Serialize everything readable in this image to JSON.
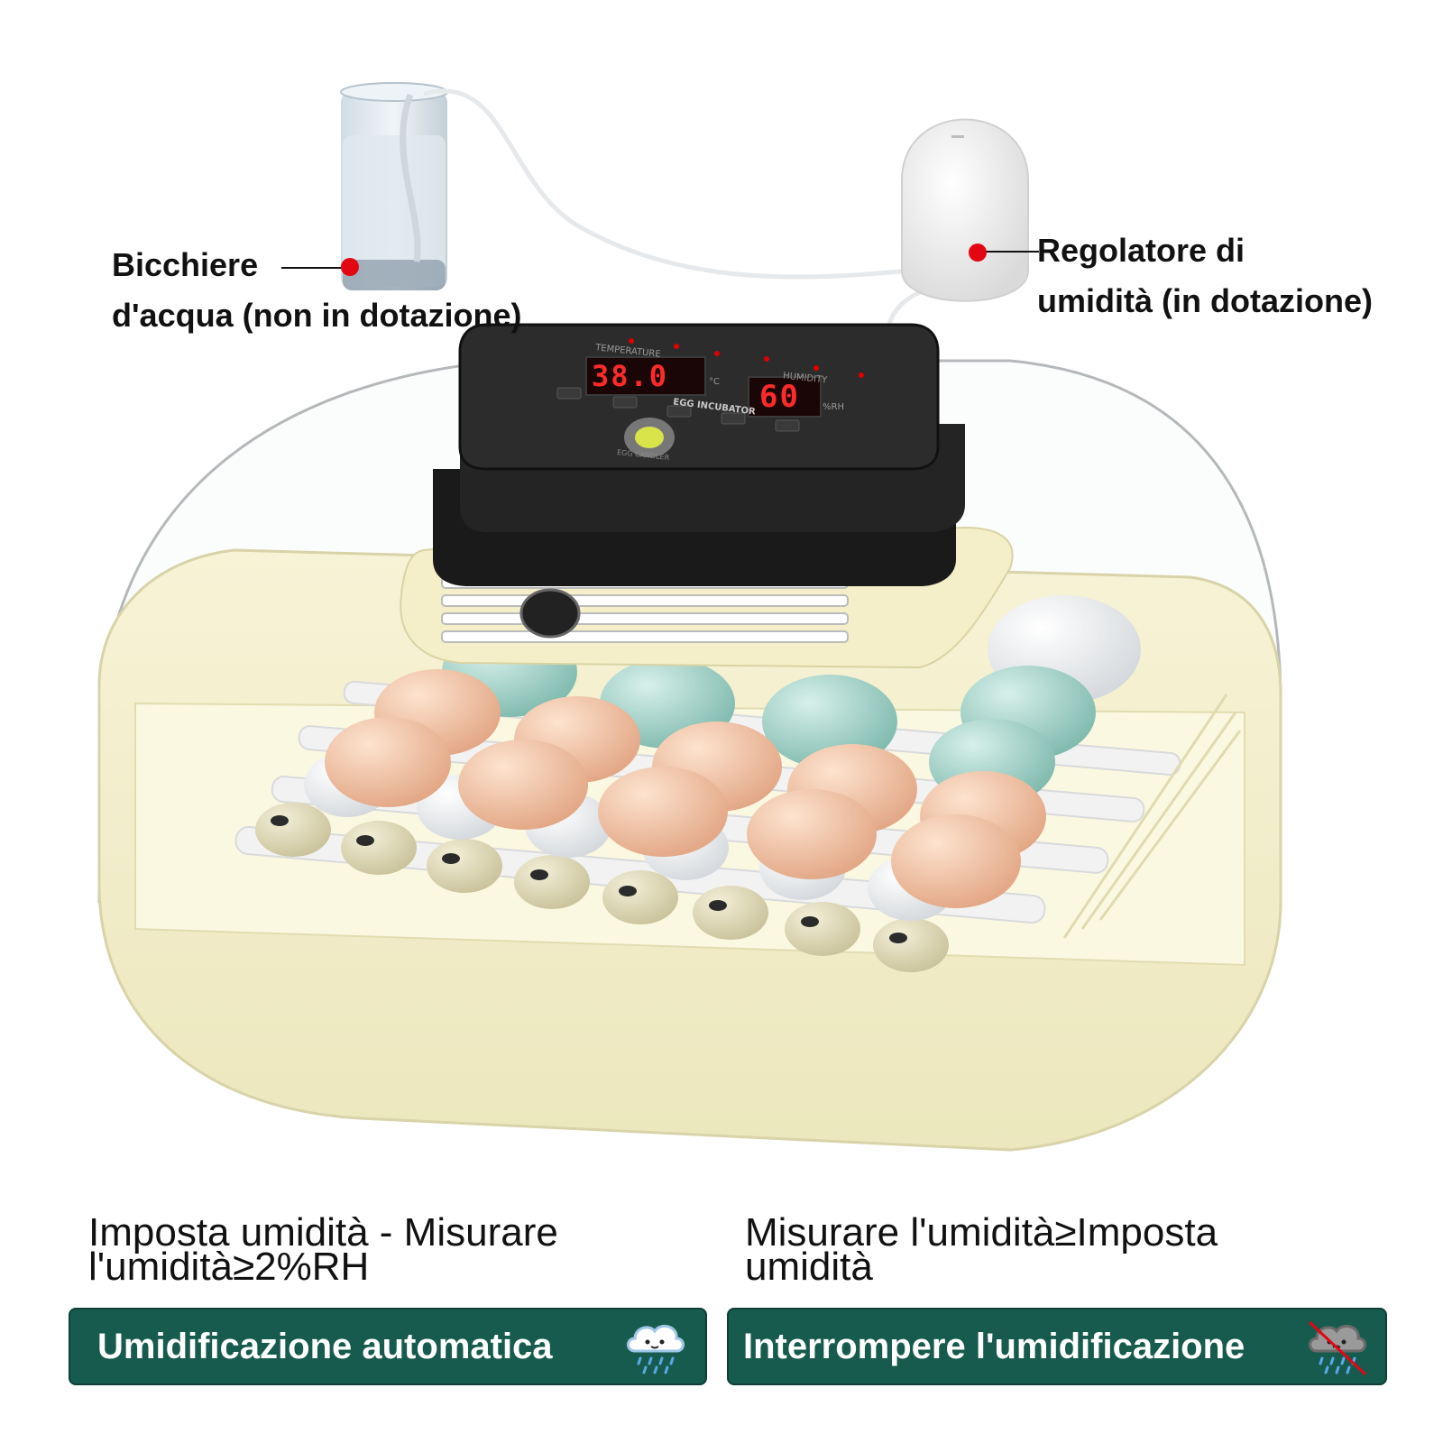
{
  "callouts": {
    "water_cup": {
      "line1": "Bicchiere",
      "line2": "d'acqua (non in dotazione)"
    },
    "regulator": {
      "line1": "Regolatore di",
      "line2": "umidità (in dotazione)"
    }
  },
  "device": {
    "temperature_label": "TEMPERATURE",
    "temperature_value": "38.0",
    "temperature_unit": "°C",
    "humidity_label": "HUMIDITY",
    "humidity_value": "60",
    "humidity_unit": "%RH",
    "brand_label": "EGG INCUBATOR",
    "candler_label": "EGG CANDLER"
  },
  "conditions": {
    "left": {
      "line1": "Imposta umidità - Misurare",
      "line2": "l'umidità≥2%RH"
    },
    "right": {
      "line1": "Misurare l'umidità≥Imposta",
      "line2": "umidità"
    }
  },
  "badges": {
    "left": {
      "label": "Umidificazione automatica",
      "icon": "rain-cloud-icon"
    },
    "right": {
      "label": "Interrompere l'umidificazione",
      "icon": "rain-cloud-crossed-icon"
    }
  },
  "colors": {
    "badge_bg": "#175b4e",
    "callout_dot": "#e30613",
    "lcd_red": "#ff2a2a",
    "base_cream": "#f3efc9"
  }
}
